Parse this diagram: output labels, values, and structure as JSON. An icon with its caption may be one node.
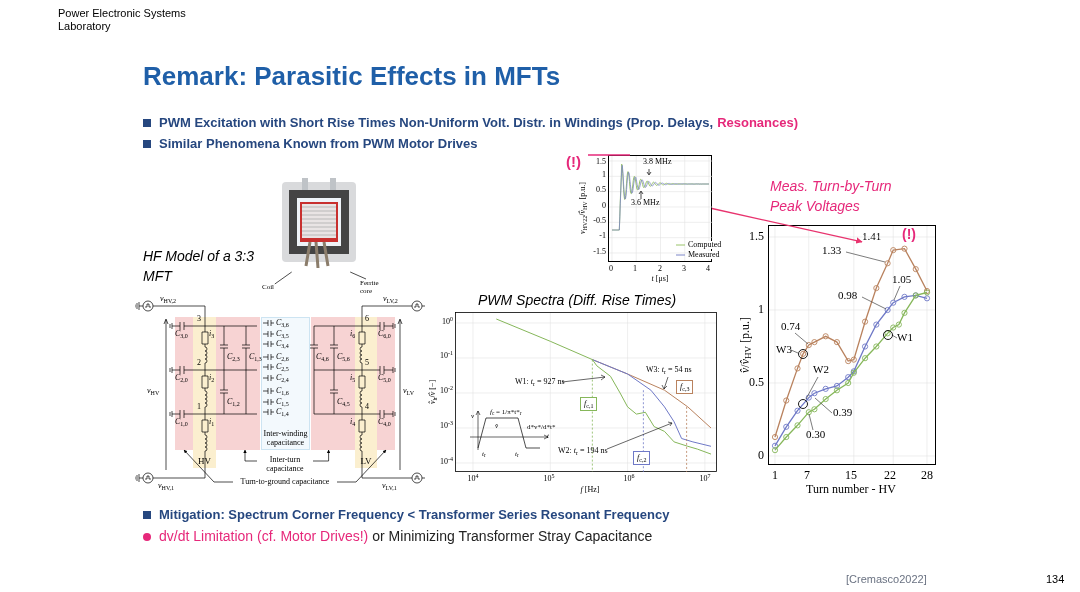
{
  "diagram": {
    "title": "Remark: Parasitic Effects in MFTs",
    "nodes": [
      {
        "text": [],
        "shape": "picture"
      },
      {
        "text": [
          "1.41"
        ]
      },
      {
        "text": [],
        "shape": "box"
      },
      {
        "text": [
          "HV"
        ]
      },
      {
        "text": [],
        "shape": "box"
      },
      {
        "text": [
          "Inter-winding capacitance"
        ]
      },
      {
        "text": [],
        "shape": "box"
      },
      {
        "text": [
          "LV"
        ]
      },
      {
        "text": [],
        "shape": "box"
      },
      {
        "text": [
          "Inter-turn capacitance"
        ]
      },
      {
        "text": [
          "Turn-to-ground capacitance"
        ]
      },
      {
        "text": [
          "Coil"
        ]
      },
      {
        "text": [
          "Ferrite core"
        ]
      },
      {
        "text": [],
        "shape": "picture"
      }
    ],
    "edges": [
      {
        "from": 13,
        "to": 1,
        "arrow": "to",
        "color": "#e8336e"
      },
      {
        "from": 9,
        "to": 4,
        "arrow": "to"
      },
      {
        "from": 9,
        "to": 6,
        "arrow": "to"
      },
      {
        "from": 10,
        "to": 2,
        "arrow": "to"
      },
      {
        "from": 10,
        "to": 8,
        "arrow": "to"
      },
      {
        "from": 11,
        "to": 0,
        "arrow": "none"
      },
      {
        "from": 12,
        "to": 0,
        "arrow": "none"
      }
    ],
    "labels": [
      "Power Electronic Systems Laboratory",
      "PWM Excitation with Short Rise Times Non-Uniform Volt. Distr. in Windings (Prop. Delays,",
      "Resonances)",
      "Similar Phenomena Known from PWM Motor Drives",
      "Mitigation: Spectrum Corner Frequency < Transformer Series Resonant Frequency",
      "dv/dt Limitation (cf. Motor Drives!)",
      "or Minimizing Transformer Stray Capacitance",
      "HF Model of a 3:3 MFT",
      "PWM Spectra (Diff. Rise Times)",
      "Meas. Turn-by-Turn Peak Voltages",
      "(!)",
      "[Cremasco2022]",
      "134",
      "1.5",
      "1",
      "0.5",
      "0",
      "-0.5",
      "-1",
      "-1.5",
      "0",
      "1",
      "2",
      "3",
      "4",
      "*t* [μs]",
      "*v*$_{HV22}$/*v̂*$_{HV}$ [p.u.]",
      "3.8 MHz",
      "3.6 MHz",
      "10$^{0}$",
      "10$^{-1}$",
      "10$^{-2}$",
      "10$^{-3}$",
      "10$^{-4}$",
      "10$^{4}$",
      "10$^{5}$",
      "10$^{6}$",
      "10$^{7}$",
      "*f* [Hz]",
      "*v̂*$_{h}$/*v̂* [−]",
      "W3: *t*$_{r}$ = 54 ns",
      "W1: *t*$_{r}$ = 927 ns",
      "*f*$_{c,3}$",
      "*f*$_{c,1}$",
      "W2: *t*$_{r}$ = 194 ns",
      "*f*$_{c,2}$",
      "*f*$_{c}$ = 1/π*t*$_{r}$",
      "*v*",
      "*v̂*",
      "d*v*/d*t*",
      "*t*",
      "*t*$_{r}$",
      "*t*$_{r}$",
      "1.5",
      "1",
      "0.5",
      "0",
      "1",
      "7",
      "15",
      "22",
      "28",
      "Turn number - HV",
      "*v̂*/*v̂*$_{HV}$ [p.u.]",
      "(!)",
      "1.33",
      "1.05",
      "0.98",
      "0.74",
      "W3",
      "W1",
      "W2",
      "0.39",
      "0.30",
      "*v*$_{HV,2}$",
      "*v*$_{LV,2}$",
      "3",
      "6",
      "*C*$_{3,6}$",
      "*C*$_{3,0}$",
      "*i*$_{3}$",
      "*C*$_{3,5}$",
      "*i*$_{6}$",
      "*C*$_{6,0}$",
      "*C*$_{3,4}$",
      "*C*$_{2,3}$",
      "*C*$_{1,3}$",
      "*C*$_{2,6}$",
      "*C*$_{4,6}$",
      "*C*$_{5,6}$",
      "2",
      "5",
      "*C*$_{2,5}$",
      "*C*$_{2,0}$",
      "*i*$_{2}$",
      "*C*$_{2,4}$",
      "*i*$_{5}$",
      "*C*$_{5,0}$",
      "*v*$_{HV}$",
      "*C*$_{1,6}$",
      "*v*$_{LV}$",
      "*C*$_{1,2}$",
      "*C*$_{1,5}$",
      "*C*$_{4,5}$",
      "1",
      "4",
      "*C*$_{1,4}$",
      "*C*$_{1,0}$",
      "*i*$_{1}$",
      "*i*$_{4}$",
      "*C*$_{4,0}$",
      "*v*$_{HV,1}$",
      "*v*$_{LV,1}$"
    ],
    "legend": [
      {
        "text": "Computed"
      },
      {
        "text": "Measured"
      }
    ]
  }
}
